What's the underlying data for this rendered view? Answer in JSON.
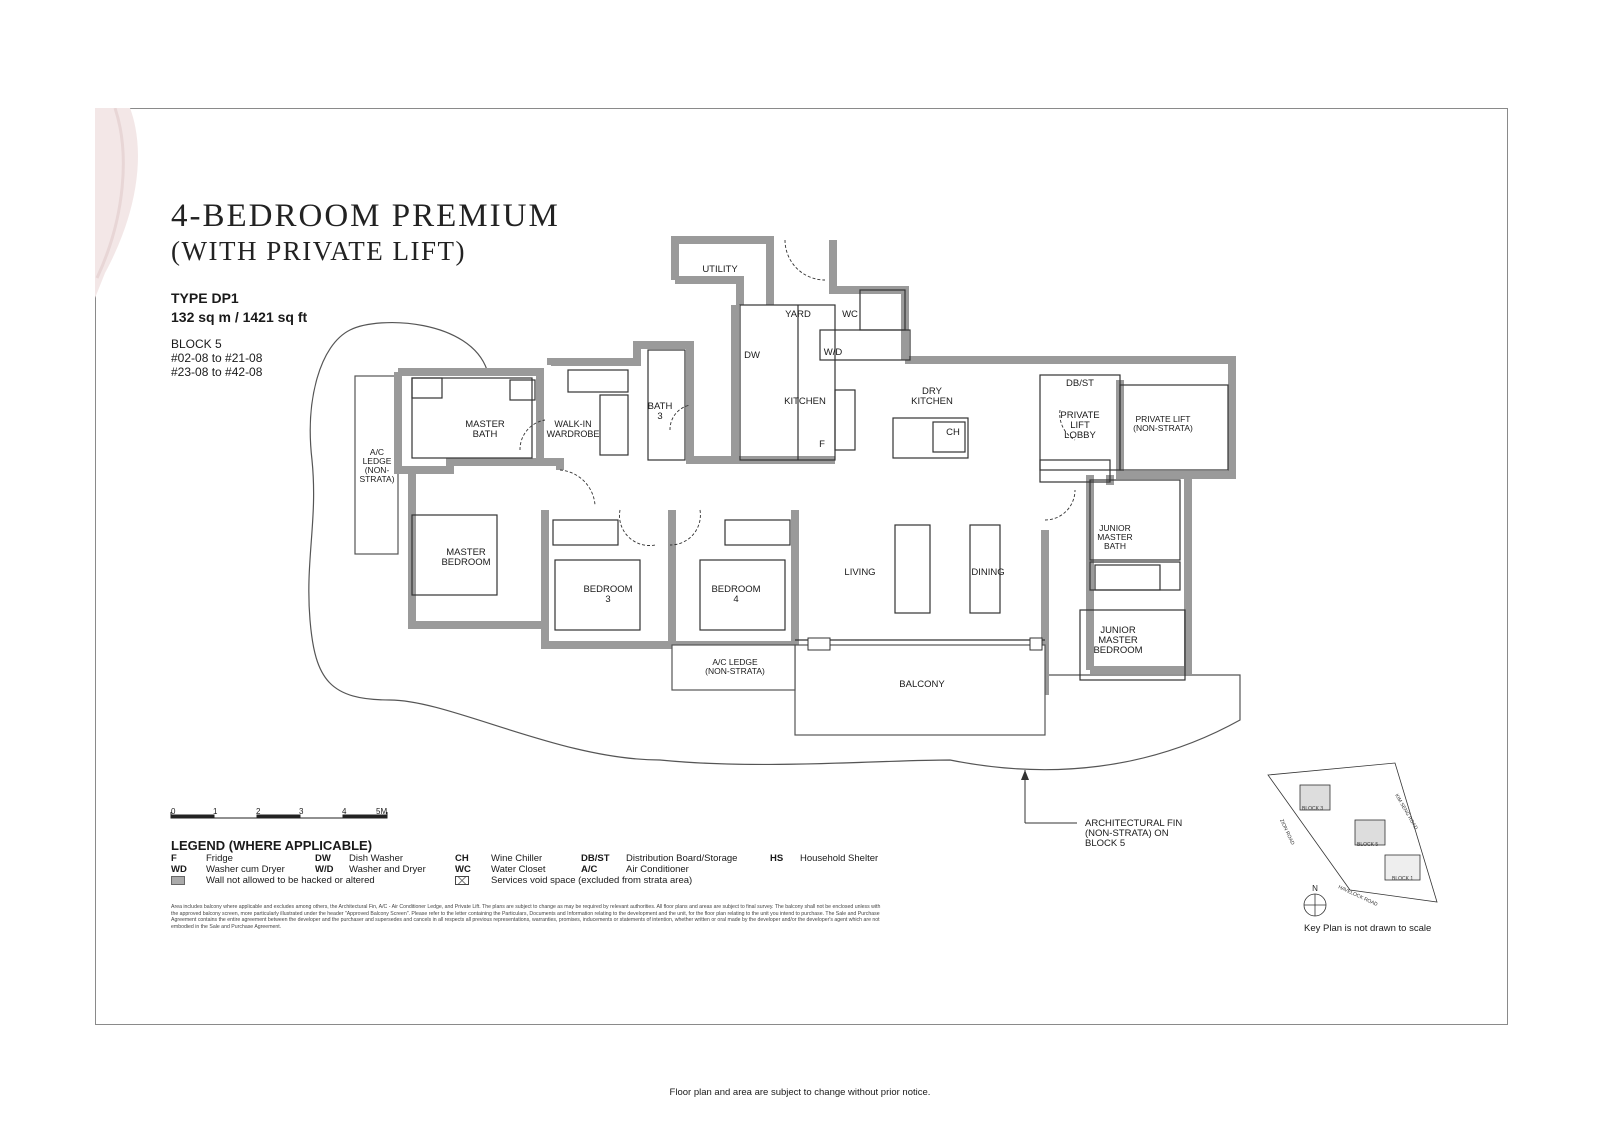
{
  "heading": {
    "line1": "4-BEDROOM PREMIUM",
    "line2": "(WITH PRIVATE LIFT)"
  },
  "unit": {
    "type": "TYPE DP1",
    "area": "132 sq m / 1421 sq ft",
    "block": "BLOCK 5",
    "units_1": "#02-08 to #21-08",
    "units_2": "#23-08 to #42-08"
  },
  "rooms": {
    "utility": "UTILITY",
    "yard": "YARD",
    "wc": "WC",
    "wd": "W/D",
    "dw": "DW",
    "kitchen": "KITCHEN",
    "fridge": "F",
    "dry_kitchen_1": "DRY",
    "dry_kitchen_2": "KITCHEN",
    "ch": "CH",
    "dbst": "DB/ST",
    "private_lift_lobby_1": "PRIVATE",
    "private_lift_lobby_2": "LIFT",
    "private_lift_lobby_3": "LOBBY",
    "private_lift_1": "PRIVATE LIFT",
    "private_lift_2": "(NON-STRATA)",
    "master_bath_1": "MASTER",
    "master_bath_2": "BATH",
    "walkin_1": "WALK-IN",
    "walkin_2": "WARDROBE",
    "bath3_1": "BATH",
    "bath3_2": "3",
    "ac_ledge_left_1": "A/C",
    "ac_ledge_left_2": "LEDGE",
    "ac_ledge_left_3": "(NON-",
    "ac_ledge_left_4": "STRATA)",
    "master_bedroom_1": "MASTER",
    "master_bedroom_2": "BEDROOM",
    "bedroom3_1": "BEDROOM",
    "bedroom3_2": "3",
    "bedroom4_1": "BEDROOM",
    "bedroom4_2": "4",
    "living": "LIVING",
    "dining": "DINING",
    "junior_bath_1": "JUNIOR",
    "junior_bath_2": "MASTER",
    "junior_bath_3": "BATH",
    "junior_bedroom_1": "JUNIOR",
    "junior_bedroom_2": "MASTER",
    "junior_bedroom_3": "BEDROOM",
    "ac_ledge_bottom_1": "A/C LEDGE",
    "ac_ledge_bottom_2": "(NON-STRATA)",
    "balcony": "BALCONY",
    "fin_1": "ARCHITECTURAL FIN",
    "fin_2": "(NON-STRATA) ON",
    "fin_3": "BLOCK 5"
  },
  "scale": {
    "ticks": [
      "0",
      "1",
      "2",
      "3",
      "4",
      "5M"
    ]
  },
  "legend": {
    "title": "LEGEND (WHERE APPLICABLE)",
    "items": [
      {
        "abbr": "F",
        "label": "Fridge"
      },
      {
        "abbr": "WD",
        "label": "Washer cum Dryer"
      },
      {
        "abbr": "",
        "label": "Wall not allowed to be hacked or altered"
      },
      {
        "abbr": "DW",
        "label": "Dish Washer"
      },
      {
        "abbr": "W/D",
        "label": "Washer and Dryer"
      },
      {
        "abbr": "CH",
        "label": "Wine Chiller"
      },
      {
        "abbr": "WC",
        "label": "Water Closet"
      },
      {
        "abbr": "",
        "label": "Services void space (excluded from strata area)"
      },
      {
        "abbr": "DB/ST",
        "label": "Distribution Board/Storage"
      },
      {
        "abbr": "A/C",
        "label": "Air Conditioner"
      },
      {
        "abbr": "HS",
        "label": "Household Shelter"
      }
    ]
  },
  "disclaimer": "Area includes balcony where applicable and excludes among others, the Architectural Fin, A/C - Air Conditioner Ledge, and Private Lift. The plans are subject to change as may be required by relevant authorities. All floor plans and areas are subject to final survey. The balcony shall not be enclosed unless with the approved balcony screen, more particularly illustrated under the header \"Approved Balcony Screen\". Please refer to the letter containing the Particulars, Documents and Information relating to the development and the unit, for the floor plan relating to the unit you intend to purchase. The Sale and Purchase Agreement contains the entire agreement between the developer and the purchaser and supersedes and cancels in all respects all previous representations, warranties, promises, inducements or statements of intention, whether written or oral made by the developer and/or the developer's agent which are not embodied in the Sale and Purchase Agreement.",
  "keyplan": {
    "roads": [
      "KIM SENG ROAD",
      "ZION ROAD",
      "HAVELOCK ROAD"
    ],
    "blocks": [
      "BLOCK 3",
      "BLOCK 5",
      "BLOCK 1"
    ],
    "north": "N",
    "note": "Key Plan is not drawn to scale"
  },
  "footer": "Floor plan and area are subject to change without prior notice."
}
